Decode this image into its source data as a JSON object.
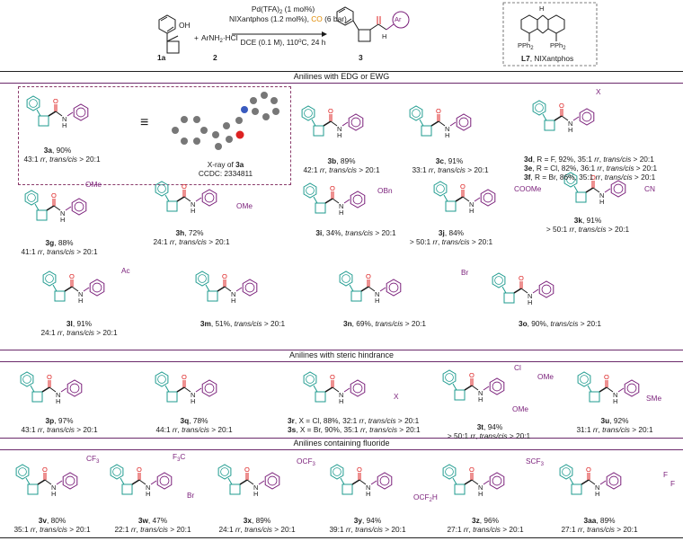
{
  "scheme": {
    "sm_label": "1a",
    "sm_oh": "OH",
    "plus": "+",
    "amine_text": "ArNH",
    "amine_suffix": "·HCl",
    "amine_label": "2",
    "cond1": "Pd(TFA)",
    "cond1b": "(1 mol%)",
    "cond2": "NIXantphos (1.2 mol%),",
    "cond2_co": "CO",
    "cond2_b": "(6 bar)",
    "cond3": "DCE (0.1 M), 110",
    "cond3_deg": "o",
    "cond3_b": "C, 24 h",
    "prod_label": "3",
    "prod_ar": "Ar",
    "prod_nh": "H",
    "ligand_nh": "H",
    "ligand_pph2_left": "PPh",
    "ligand_pph2_right": "PPh",
    "ligand_label": "L7",
    "ligand_name": ", NIXantphos"
  },
  "sections": {
    "s1": "Anilines with EDG or EWG",
    "s2": "Anilines with steric hindrance",
    "s3": "Anilines containing fluoride"
  },
  "xray": {
    "equiv": "≡",
    "caption1": "X-ray of ",
    "caption1_b": "3a",
    "caption2": "CCDC: 2334811"
  },
  "compounds": {
    "3a": {
      "id": "3a",
      "yield": ", 90%",
      "rr": "43:1 "
    },
    "3b": {
      "id": "3b",
      "yield": ", 89%",
      "rr": "42:1 "
    },
    "3c": {
      "id": "3c",
      "yield": ", 91%",
      "rr": "33:1 "
    },
    "3d": {
      "id": "3d",
      "text": ", R = F, 92%, 35:1 "
    },
    "3e": {
      "id": "3e",
      "text": ", R = Cl, 82%, 36:1 "
    },
    "3f": {
      "id": "3f",
      "text": ", R = Br, 86%, 35:1 "
    },
    "3g": {
      "id": "3g",
      "yield": ", 88%",
      "rr": "41:1 "
    },
    "3h": {
      "id": "3h",
      "yield": ", 72%",
      "rr": "24:1 "
    },
    "3i": {
      "id": "3i",
      "text": ", 34%, "
    },
    "3j": {
      "id": "3j",
      "text": ", 84%",
      "rr": "> 50:1 "
    },
    "3k": {
      "id": "3k",
      "yield": ", 91%",
      "rr": "> 50:1 "
    },
    "3l": {
      "id": "3l",
      "yield": ", 91%",
      "rr": "24:1 "
    },
    "3m": {
      "id": "3m",
      "text": ", 51%, "
    },
    "3n": {
      "id": "3n",
      "text": ", 69%, "
    },
    "3o": {
      "id": "3o",
      "text": ", 90%, "
    },
    "3p": {
      "id": "3p",
      "yield": ", 97%",
      "rr": "43:1 "
    },
    "3q": {
      "id": "3q",
      "yield": ", 78%",
      "rr": "44:1 "
    },
    "3r": {
      "id": "3r",
      "text": ", X = Cl, 88%, 32:1 "
    },
    "3s": {
      "id": "3s",
      "text": ", X = Br, 90%, 35:1 "
    },
    "3t": {
      "id": "3t",
      "yield": ", 94%",
      "rr": "> 50:1 "
    },
    "3u": {
      "id": "3u",
      "yield": ", 92%",
      "rr": "31:1 "
    },
    "3v": {
      "id": "3v",
      "yield": ", 80%",
      "rr": "35:1 "
    },
    "3w": {
      "id": "3w",
      "yield": ", 47%",
      "rr": "22:1 "
    },
    "3x": {
      "id": "3x",
      "yield": ", 89%",
      "rr": "24:1 "
    },
    "3y": {
      "id": "3y",
      "yield": ", 94%",
      "rr": "39:1 "
    },
    "3z": {
      "id": "3z",
      "yield": ", 96%",
      "rr": "27:1 "
    },
    "3aa": {
      "id": "3aa",
      "yield": ", 89%",
      "rr": "27:1 "
    }
  },
  "common": {
    "rr_word": "rr",
    "comma": ", ",
    "tc": "trans/cis",
    "gt": " > 20:1"
  },
  "substituents": {
    "3b": "",
    "3d": "X",
    "3g": "OMe",
    "3h": "OMe",
    "3i": "OBn",
    "3j": "COOMe",
    "3k": "CN",
    "3l": "Ac",
    "3n": "Br",
    "3r": "X",
    "3t_cl": "Cl",
    "3t_ome1": "OMe",
    "3t_ome2": "OMe",
    "3u": "SMe",
    "3v": "CF",
    "3w_f3c": "F",
    "3w_c": "C",
    "3w_br": "Br",
    "3x": "OCF",
    "3y": "OCF",
    "3y_h": "H",
    "3z": "SCF",
    "3aa_f1": "F",
    "3aa_f2": "F",
    "o": "O",
    "h": "H",
    "n": "N",
    "sub2": "2",
    "sub3": "3"
  },
  "colors": {
    "teal": "#1f9b8f",
    "purple": "#7a1f7a",
    "orange": "#e08a00",
    "divider": "#6b2a6b"
  }
}
